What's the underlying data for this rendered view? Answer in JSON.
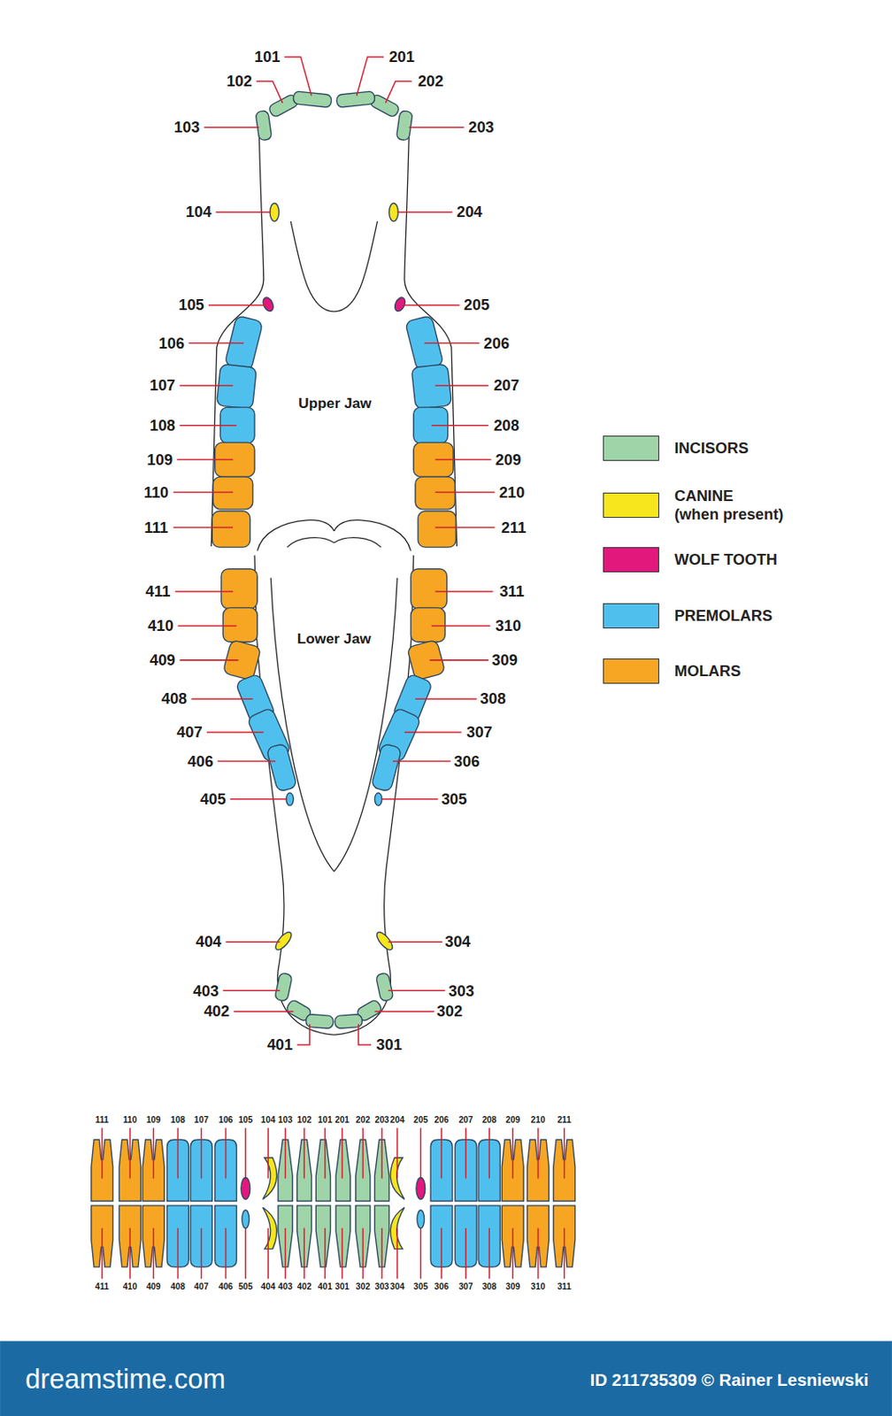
{
  "diagram": {
    "labels": [
      "101",
      "201",
      "102",
      "202",
      "103",
      "203",
      "104",
      "204",
      "105",
      "205",
      "106",
      "206",
      "107",
      "207",
      "108",
      "208",
      "109",
      "209",
      "110",
      "210",
      "111",
      "211",
      "Upper Jaw",
      "411",
      "311",
      "410",
      "310",
      "409",
      "309",
      "408",
      "308",
      "407",
      "307",
      "406",
      "306",
      "405",
      "305",
      "Lower Jaw",
      "404",
      "304",
      "403",
      "303",
      "402",
      "302",
      "401",
      "301",
      "111",
      "110",
      "109",
      "108",
      "107",
      "106",
      "105",
      "104",
      "103",
      "102",
      "101",
      "201",
      "202",
      "203",
      "204",
      "205",
      "206",
      "207",
      "208",
      "209",
      "210",
      "211",
      "411",
      "410",
      "409",
      "408",
      "407",
      "406",
      "505",
      "404",
      "403",
      "402",
      "401",
      "301",
      "302",
      "303",
      "304",
      "305",
      "306",
      "307",
      "308",
      "309",
      "310",
      "311",
      "dreamstime.com",
      "ID 211735309 © Rainer Lesniewski"
    ],
    "legend": [
      {
        "text": "INCISORS",
        "color": "#9fd4a8"
      },
      {
        "text": "CANINE (when present)",
        "color": "#f7e51d"
      },
      {
        "text": "WOLF TOOTH",
        "color": "#e2187d"
      },
      {
        "text": "PREMOLARS",
        "color": "#4fc0ee"
      },
      {
        "text": "MOLARS",
        "color": "#f6a623"
      }
    ]
  }
}
